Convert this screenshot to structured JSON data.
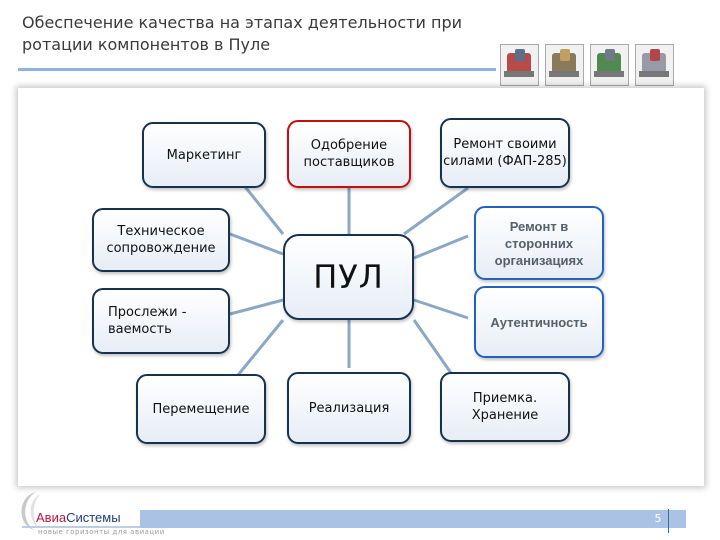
{
  "title": "Обеспечение качества на этапах деятельности при ротации компонентов в Пуле",
  "center_label": "ПУЛ",
  "nodes": {
    "marketing": "Маркетинг",
    "approval": "Одобрение поставщиков",
    "repair_own": "Ремонт своими силами (ФАП-285)",
    "tech_support": "Техническое сопровождение",
    "repair_third": "Ремонт в сторонних организациях",
    "traceability": "Прослежи - ваемость",
    "authenticity": "Аутентичность",
    "movement": "Перемещение",
    "realization": "Реализация",
    "reception": "Приемка. Хранение"
  },
  "logo": {
    "name_part1": "Авиа",
    "name_part2": "Системы",
    "tagline": "новые горизонты для авиации"
  },
  "page_number": "5",
  "colors": {
    "box_border": "#16324f",
    "box_border_red": "#c40f0f",
    "box_border_blue": "#1e63c2",
    "connector": "#8aa7c5",
    "accent": "#8fb3dd",
    "footer_bar": "#a9c2e6"
  }
}
